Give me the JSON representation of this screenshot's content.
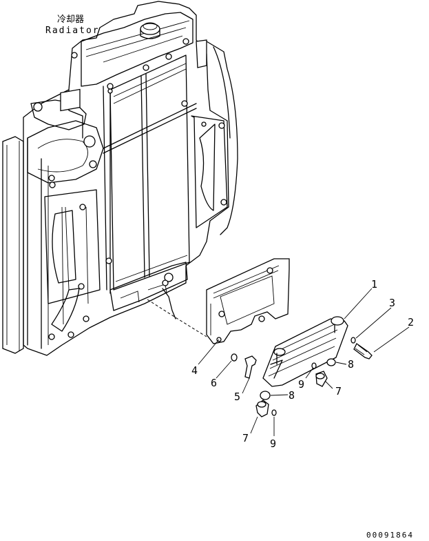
{
  "title": {
    "japanese": "冷却器",
    "english": "Radiator"
  },
  "callouts": [
    "1",
    "2",
    "3",
    "4",
    "5",
    "6",
    "7",
    "8",
    "8",
    "9",
    "9",
    "7"
  ],
  "drawing_number": "00091864"
}
